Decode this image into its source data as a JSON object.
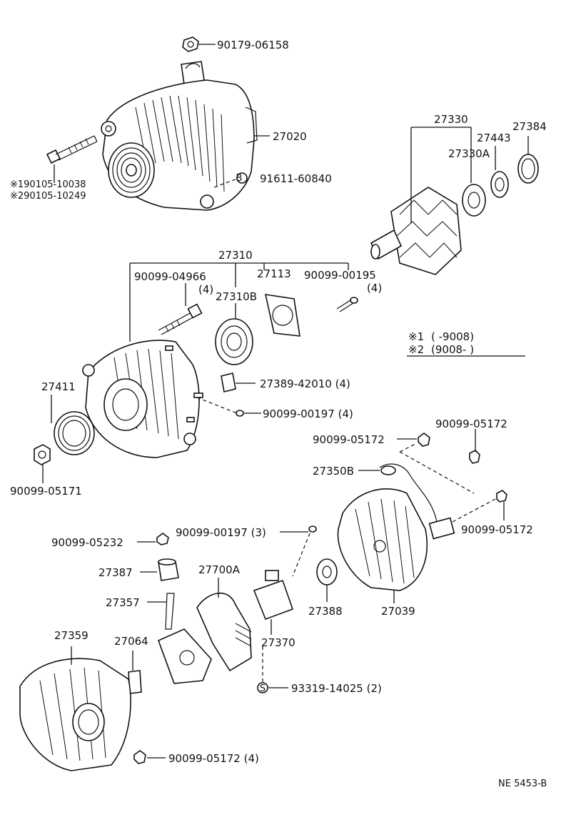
{
  "diagram": {
    "labels": {
      "nut_top": "90179-06158",
      "alternator": "27020",
      "bolt_a": "※190105-10038",
      "bolt_b": "※290105-10249",
      "bolt_b_ref": "91611-60840",
      "b_symbol": "B",
      "rotor_assy": "27330",
      "bearing_rear": "27443",
      "rotor_cover": "27384",
      "rotor_sub": "27330A",
      "drive_frame": "27310",
      "stud": "90099-04966",
      "stud_qty": "(4)",
      "plate": "27113",
      "screw_195": "90099-00195",
      "screw_195_qty": "(4)",
      "bearing_front": "27310B",
      "legend_1_mark": "※1",
      "legend_1_range": "(        -9008)",
      "legend_2_mark": "※2",
      "legend_2_range": "(9008-       )",
      "insulator": "27389-42010 (4)",
      "screw_197a": "90099-00197 (4)",
      "pulley": "27411",
      "nut_171": "90099-05171",
      "nut_172a": "90099-05172",
      "nut_172b": "90099-05172",
      "nut_172c": "90099-05172",
      "wire": "27350B",
      "screw_197b": "90099-00197 (3)",
      "nut_232": "90099-05232",
      "cap": "27387",
      "regulator": "27700A",
      "terminal": "27357",
      "brush_holder": "27370",
      "bearing_388": "27388",
      "rear_cover": "27039",
      "rear_frame": "27359",
      "gasket": "27064",
      "screw_s": "93319-14025 (2)",
      "s_symbol": "S",
      "nut_172d": "90099-05172 (4)",
      "figure_code": "NE 5453-B"
    }
  }
}
